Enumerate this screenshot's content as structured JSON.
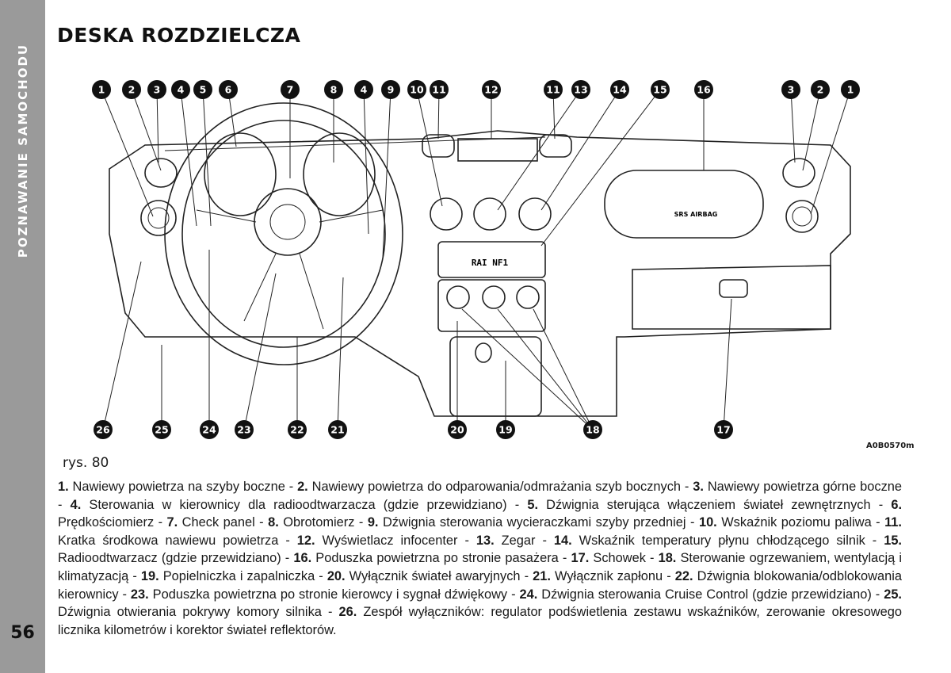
{
  "sidebar": {
    "section_title": "POZNAWANIE SAMOCHODU",
    "page_number": "56"
  },
  "page": {
    "title": "DESKA ROZDZIELCZA"
  },
  "figure": {
    "caption": "rys. 80",
    "code": "A0B0570m",
    "airbag_label": "SRS AIRBAG",
    "radio_display": "RAI NF1",
    "top_callouts": [
      "1",
      "2",
      "3",
      "4",
      "5",
      "6",
      "7",
      "8",
      "4",
      "9",
      "10",
      "11",
      "12",
      "11",
      "13",
      "14",
      "15",
      "16",
      "3",
      "2",
      "1"
    ],
    "bottom_callouts": [
      "26",
      "25",
      "24",
      "23",
      "22",
      "21",
      "20",
      "19",
      "18",
      "17"
    ]
  },
  "legend": [
    {
      "n": "1.",
      "t": "Nawiewy powietrza na szyby boczne"
    },
    {
      "n": "2.",
      "t": "Nawiewy powietrza do odparowania/odmrażania szyb bocznych"
    },
    {
      "n": "3.",
      "t": "Nawiewy powietrza górne boczne"
    },
    {
      "n": "4.",
      "t": "Sterowania w kierownicy dla radioodtwarzacza (gdzie przewidziano)"
    },
    {
      "n": "5.",
      "t": "Dźwignia sterująca włączeniem świateł zewnętrznych"
    },
    {
      "n": "6.",
      "t": "Prędkościomierz"
    },
    {
      "n": "7.",
      "t": "Check panel"
    },
    {
      "n": "8.",
      "t": "Obrotomierz"
    },
    {
      "n": "9.",
      "t": "Dźwignia sterowania wycieraczkami szyby przedniej"
    },
    {
      "n": "10.",
      "t": "Wskaźnik poziomu paliwa"
    },
    {
      "n": "11.",
      "t": "Kratka środkowa nawiewu powietrza"
    },
    {
      "n": "12.",
      "t": "Wyświetlacz infocenter"
    },
    {
      "n": "13.",
      "t": "Zegar"
    },
    {
      "n": "14.",
      "t": "Wskaźnik temperatury płynu chłodzącego silnik"
    },
    {
      "n": "15.",
      "t": "Radioodtwarzacz (gdzie przewidziano)"
    },
    {
      "n": "16.",
      "t": "Poduszka powietrzna po stronie pasażera"
    },
    {
      "n": "17.",
      "t": "Schowek"
    },
    {
      "n": "18.",
      "t": "Sterowanie ogrzewaniem, wentylacją i klimatyzacją"
    },
    {
      "n": "19.",
      "t": "Popielniczka i zapalniczka"
    },
    {
      "n": "20.",
      "t": "Wyłącznik świateł awaryjnych"
    },
    {
      "n": "21.",
      "t": "Wyłącznik zapłonu"
    },
    {
      "n": "22.",
      "t": "Dźwignia blokowania/odblokowania kierownicy"
    },
    {
      "n": "23.",
      "t": "Poduszka powietrzna po stronie kierowcy i sygnał dźwiękowy"
    },
    {
      "n": "24.",
      "t": "Dźwignia sterowania Cruise Control (gdzie przewidziano)"
    },
    {
      "n": "25.",
      "t": "Dźwignia otwierania pokrywy komory silnika"
    },
    {
      "n": "26.",
      "t": "Zespół wyłączników: regulator podświetlenia zestawu wskaźników, zerowanie okresowego licznika kilometrów i korektor świateł reflektorów."
    }
  ]
}
